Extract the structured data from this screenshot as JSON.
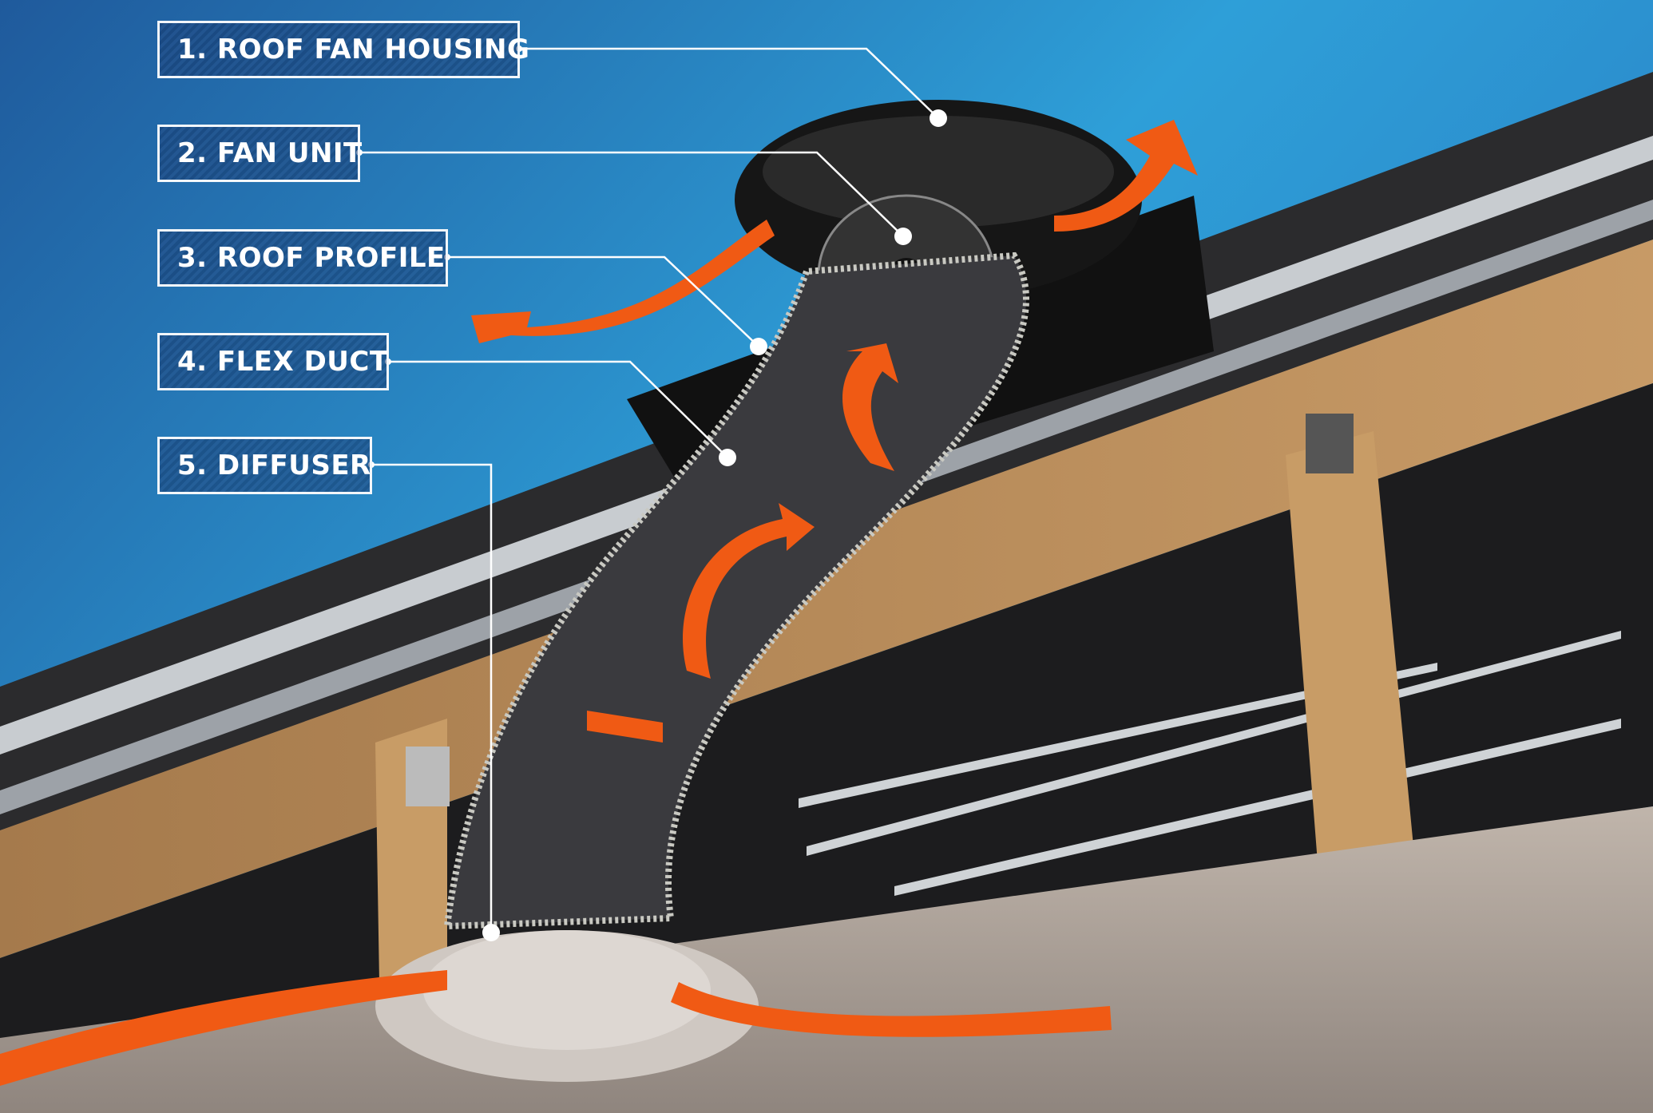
{
  "labels": [
    {
      "text": "1. ROOF FAN HOUSING"
    },
    {
      "text": "2. FAN UNIT"
    },
    {
      "text": "3. ROOF PROFILE"
    },
    {
      "text": "4. FLEX DUCT"
    },
    {
      "text": "5. DIFFUSER"
    }
  ],
  "colors": {
    "sky_top": "#1f5a9c",
    "sky_bottom": "#2e9fd8",
    "airflow": "#f05a14",
    "timber": "#b88a5a",
    "ceiling": "#a89c92",
    "duct": "#3a3a3e"
  }
}
